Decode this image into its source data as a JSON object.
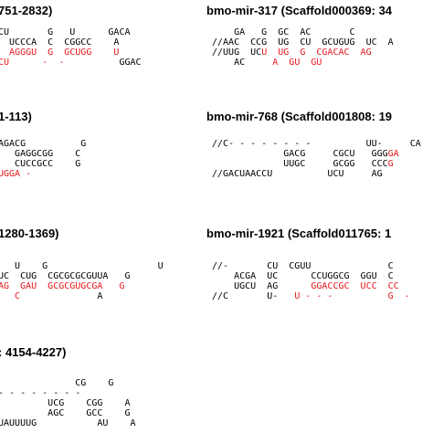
{
  "colors": {
    "text": "#000000",
    "highlight": "#e8161b",
    "background": "#ffffff"
  },
  "panels": [
    {
      "title": "751-2832)",
      "lines": [
        [
          {
            "t": "CU       G   U      GACA"
          }
        ],
        [
          {
            "t": "  UCCCA  C  CGGCC    A"
          }
        ],
        [
          {
            "t": "  AGGGU  G  GCUGG    U",
            "red": true
          }
        ],
        [
          {
            "t": "CU      -  -    ",
            "red": true
          },
          {
            "t": "      GGAC"
          }
        ]
      ]
    },
    {
      "title": "bmo-mir-317 (Scaffold000369: 34",
      "lines": [
        [
          {
            "t": "    GA   G  GC  AC       C"
          }
        ],
        [
          {
            "t": "//AAC  CCG  UG  CU  GCUGUG  UC  A"
          }
        ],
        [
          {
            "t": "//UUG  UC"
          },
          {
            "t": "U  UG  G  CGACAC  AG  ",
            "red": true
          }
        ],
        [
          {
            "t": "    AC  "
          },
          {
            "t": "   A  GU  GU",
            "red": true
          }
        ]
      ]
    },
    {
      "title": "1-113)",
      "lines": [
        [
          {
            "t": "AGACG          G"
          }
        ],
        [
          {
            "t": "   GAGGCGG    C"
          }
        ],
        [
          {
            "t": "   CUCCGCC    G"
          }
        ],
        [
          {
            "t": "UGGA -",
            "red": true
          }
        ]
      ]
    },
    {
      "title": "bmo-mir-768 (Scaffold001808: 19",
      "lines": [
        [
          {
            "t": "//C- - - - - - - -          UU-     CA"
          }
        ],
        [
          {
            "t": "             GACG     CGCU   GGG"
          },
          {
            "t": "GA",
            "red": true
          }
        ],
        [
          {
            "t": "             UUGC     GCGG   CCC"
          },
          {
            "t": "G",
            "red": true
          }
        ],
        [
          {
            "t": "//GACUAACCU          UCU     AG"
          }
        ]
      ]
    },
    {
      "title": "1280-1369)",
      "lines": [
        [
          {
            "t": "   U    G                    U"
          }
        ],
        [
          {
            "t": "UC  CUG  CGCGCGCGUUA   G"
          }
        ],
        [
          {
            "t": "AG  GAU  GCGCGUGCGA   G",
            "red": true
          }
        ],
        [
          {
            "t": "   C",
            "red": true
          },
          {
            "t": "              A"
          }
        ]
      ]
    },
    {
      "title": "bmo-mir-1921 (Scaffold011765: 1",
      "lines": [
        [
          {
            "t": "//-       CU  CGUU              C"
          }
        ],
        [
          {
            "t": "    ACGA  UC      CCUGGCG  GGU  C"
          }
        ],
        [
          {
            "t": "    UGCU  AG      "
          },
          {
            "t": "GGACCGC  UCC  CC",
            "red": true
          }
        ],
        [
          {
            "t": "//C       U-   "
          },
          {
            "t": "U - - -          G  -",
            "red": true
          }
        ]
      ]
    },
    {
      "title": ": 4154-4227)",
      "lines": [
        [
          {
            "t": "              CG    G"
          }
        ],
        [
          {
            "t": "- - - - - - - -"
          }
        ],
        [
          {
            "t": "         UCG    CGG    A"
          }
        ],
        [
          {
            "t": "         AGC    GCC    G"
          }
        ],
        [
          {
            "t": "UAUUUUG           AU    A"
          }
        ]
      ]
    }
  ]
}
